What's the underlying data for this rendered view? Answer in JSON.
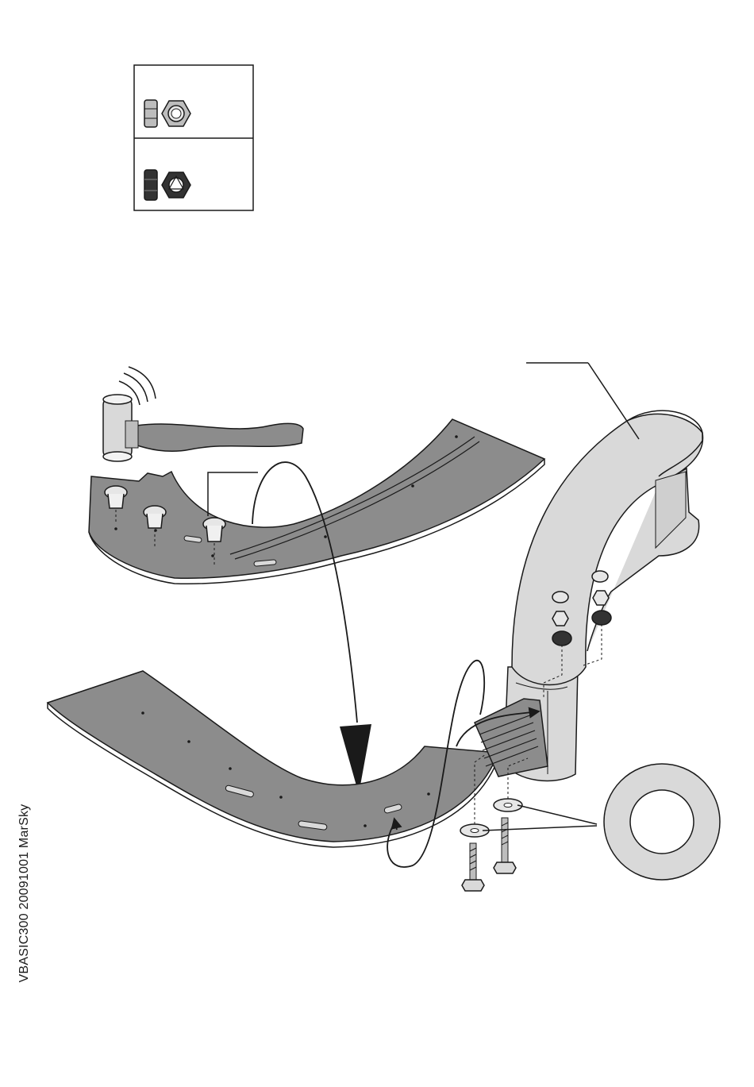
{
  "document": {
    "code_label": "VBASIC300 20091001 MarSky"
  },
  "nut_legend": {
    "items": [
      {
        "icon": "hex-nut-icon",
        "kind": "standard hex nut"
      },
      {
        "icon": "lock-nut-icon",
        "kind": "self-locking nut"
      }
    ]
  },
  "colors": {
    "part_fill": "#8c8c8c",
    "light_part_fill": "#d9d9d9",
    "ink": "#1a1a1a"
  }
}
